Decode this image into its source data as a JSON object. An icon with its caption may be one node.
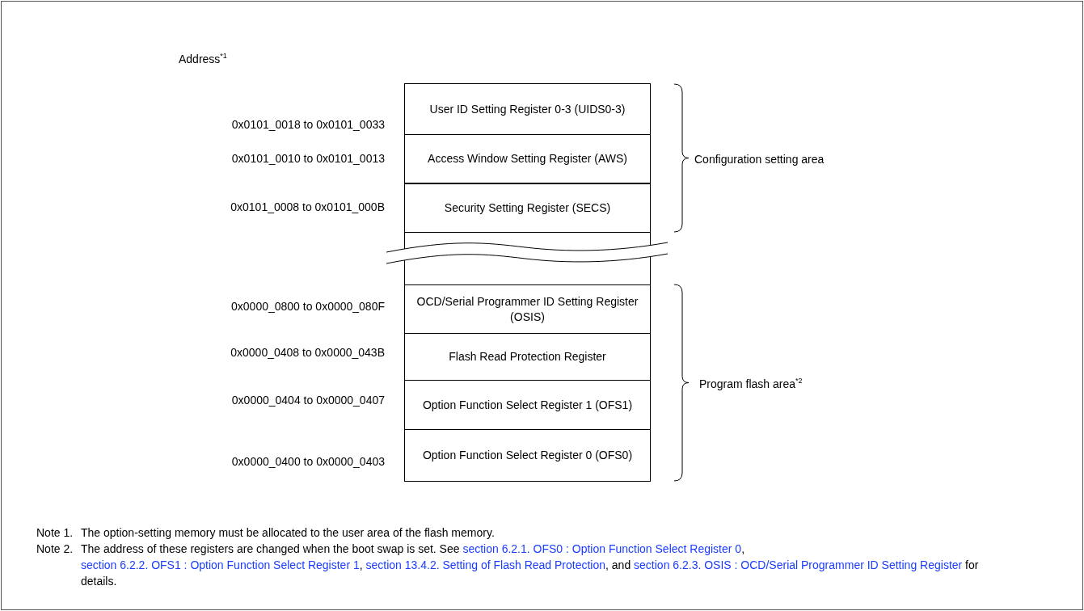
{
  "diagram": {
    "nodes": [
      {
        "text": [
          "User ID Setting Register 0-3 (UIDS0-3)"
        ]
      },
      {
        "text": [
          "Access Window Setting Register (AWS)"
        ]
      },
      {
        "text": [
          "Security Setting Register (SECS)"
        ]
      },
      {
        "text": [],
        "shape": "box"
      },
      {
        "text": [
          "OCD/Serial Programmer ID Setting Register (OSIS)"
        ]
      },
      {
        "text": [
          "Flash Read Protection Register"
        ]
      },
      {
        "text": [
          "Option Function Select Register 1 (OFS1)"
        ]
      },
      {
        "text": [
          "Option Function Select Register 0 (OFS0)"
        ]
      }
    ],
    "labels": [
      "Address$^{*1}$",
      "0x0101_0018 to 0x0101_0033",
      "0x0101_0010 to 0x0101_0013",
      "Configuration setting area",
      "0x0101_0008 to 0x0101_000B",
      "0x0000_0800 to 0x0000_080F",
      "0x0000_0408 to 0x0000_043B",
      "Program flash area$^{*2}$",
      "0x0000_0404 to 0x0000_0407",
      "0x0000_0400 to 0x0000_0403",
      "Note 1.",
      "The option-setting memory must be allocated to the user area of the flash memory.",
      "Note 2.",
      "The address of these registers are changed when the boot swap is set. See",
      "section 6.2.1. OFS0 : Option Function Select Register 0",
      ",",
      "section 6.2.2. OFS1 : Option Function Select Register 1",
      ",",
      "section 13.4.2. Setting of Flash Read Protection",
      ", and",
      "section 6.2.3. OSIS : OCD/Serial Programmer ID Setting Register",
      "for details."
    ]
  }
}
